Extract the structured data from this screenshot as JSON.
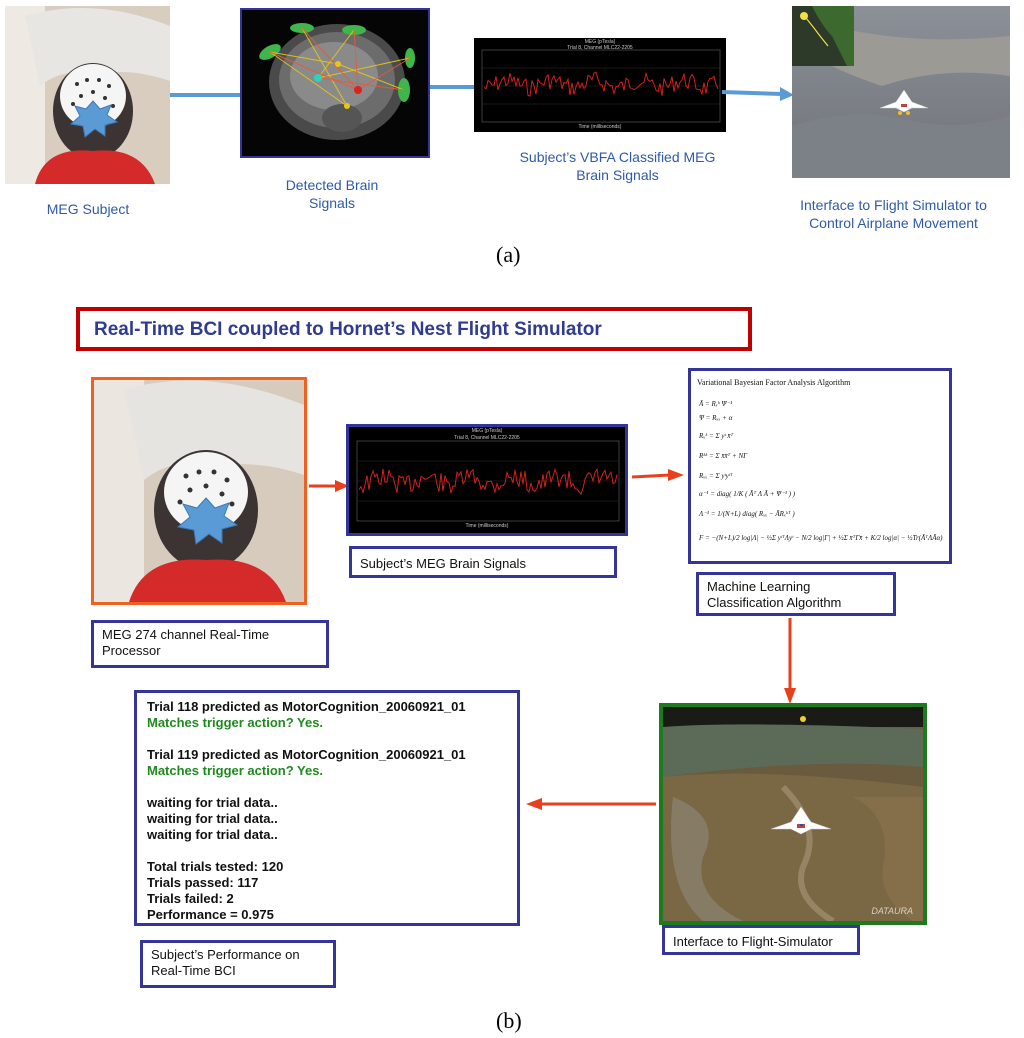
{
  "panel_a": {
    "label": "(a)",
    "captions": {
      "meg_subject": "MEG Subject",
      "detected_brain": "Detected Brain Signals",
      "vbfa": "Subject’s VBFA Classified MEG Brain Signals",
      "interface": "Interface  to Flight Simulator to Control Airplane Movement"
    },
    "plot_title_1": "MEG (pTesla)",
    "plot_title_2": "Trial 8, Channel MLC22-2205",
    "plot_xlabel": "Time (milliseconds)"
  },
  "panel_b": {
    "label": "(b)",
    "title": "Real-Time BCI coupled to Hornet’s Nest Flight Simulator",
    "meg_processor_label": "MEG 274 channel Real-Time Processor",
    "signals_label": "Subject’s MEG Brain Signals",
    "ml_label": "Machine Learning Classification Algorithm",
    "flight_label": "Interface to Flight-Simulator",
    "performance_label": "Subject’s Performance on Real-Time BCI",
    "formula_title": "Variational Bayesian Factor Analysis Algorithm",
    "plot_title_1": "MEG (pTesla)",
    "plot_title_2": "Trial 8, Channel MLC22-2205",
    "plot_xlabel": "Time (milliseconds)",
    "console": {
      "line1": "Trial 118 predicted as MotorCognition_20060921_01",
      "line2": "Matches trigger action? Yes.",
      "line3": "Trial 119 predicted as MotorCognition_20060921_01",
      "line4": "Matches trigger action? Yes.",
      "line5": "waiting for trial data..",
      "line6": "waiting for trial data..",
      "line7": "waiting for trial data..",
      "line8": "Total trials tested: 120",
      "line9": "Trials passed: 117",
      "line10": "Trials failed: 2",
      "line11": "Performance = 0.975"
    },
    "watermark": "DATAURA"
  },
  "colors": {
    "arrow_blue": "#5b9bd5",
    "arrow_red": "#e8401c",
    "title_border": "#c00000",
    "title_text": "#2f3c8f",
    "box_border": "#34349a",
    "photo_border": "#f06020",
    "flight_border": "#1e7a1e",
    "ok_green": "#1f8a1f",
    "signal_red": "#d02020"
  }
}
